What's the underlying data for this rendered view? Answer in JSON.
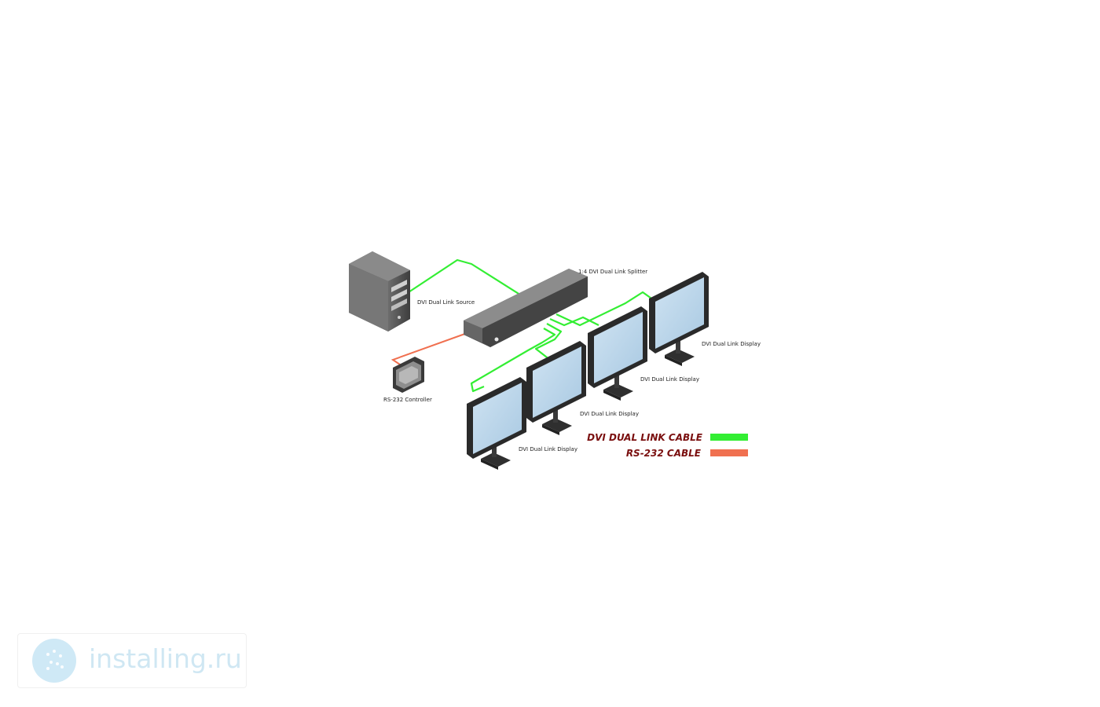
{
  "labels": {
    "source": "DVI Dual Link Source",
    "splitter": "1:4 DVI Dual Link Splitter",
    "controller": "RS-232 Controller",
    "display_1": "DVI Dual Link Display",
    "display_2": "DVI Dual Link Display",
    "display_3": "DVI Dual Link Display",
    "display_4": "DVI Dual Link Display"
  },
  "legend": {
    "dvi_cable": "DVI DUAL LINK CABLE",
    "rs232_cable": "RS-232 CABLE"
  },
  "colors": {
    "dvi_cable": "#33ee33",
    "rs232_cable": "#f07050",
    "device_dark": "#4a4a4a",
    "screen": "#bcd8ec"
  },
  "watermark": {
    "text": "installing.ru",
    "icon": "installing-logo-icon"
  }
}
